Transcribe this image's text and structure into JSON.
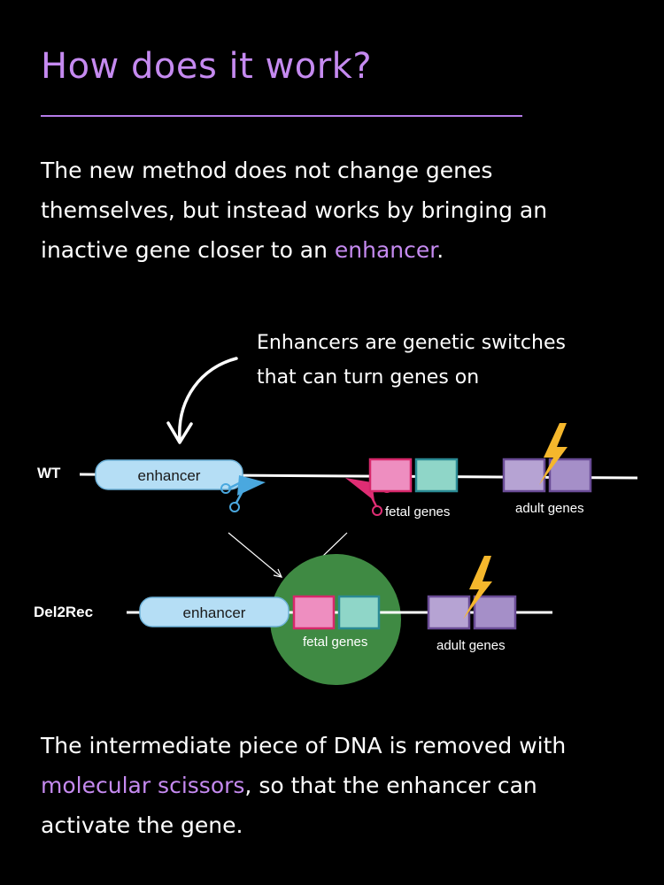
{
  "header": {
    "title": "How does it work?"
  },
  "intro": {
    "text_before": "The new method does not change genes themselves, but instead works by bringing an inactive gene closer to an ",
    "highlight": "enhancer",
    "text_after": "."
  },
  "callout": {
    "text": "Enhancers are genetic switches that can turn genes on"
  },
  "diagram": {
    "wt": {
      "row_label": "WT",
      "enhancer_label": "enhancer",
      "fetal_label": "fetal genes",
      "adult_label": "adult genes"
    },
    "del2rec": {
      "row_label": "Del2Rec",
      "enhancer_label": "enhancer",
      "fetal_label": "fetal genes",
      "adult_label": "adult genes"
    },
    "colors": {
      "enhancer_fill": "#b5def5",
      "fetal_pink": "#ee8ec0",
      "fetal_teal": "#8fd6c8",
      "adult_purple": "#b6a3d3",
      "circle_green": "#3f8a43",
      "bolt_yellow": "#f5b72c",
      "scissors_left": "#4aa8df",
      "scissors_right": "#df2d74"
    }
  },
  "outro": {
    "text_before": "The intermediate piece of DNA is removed with ",
    "highlight": "molecular scissors",
    "text_after": ", so that the enhancer can activate the gene."
  }
}
